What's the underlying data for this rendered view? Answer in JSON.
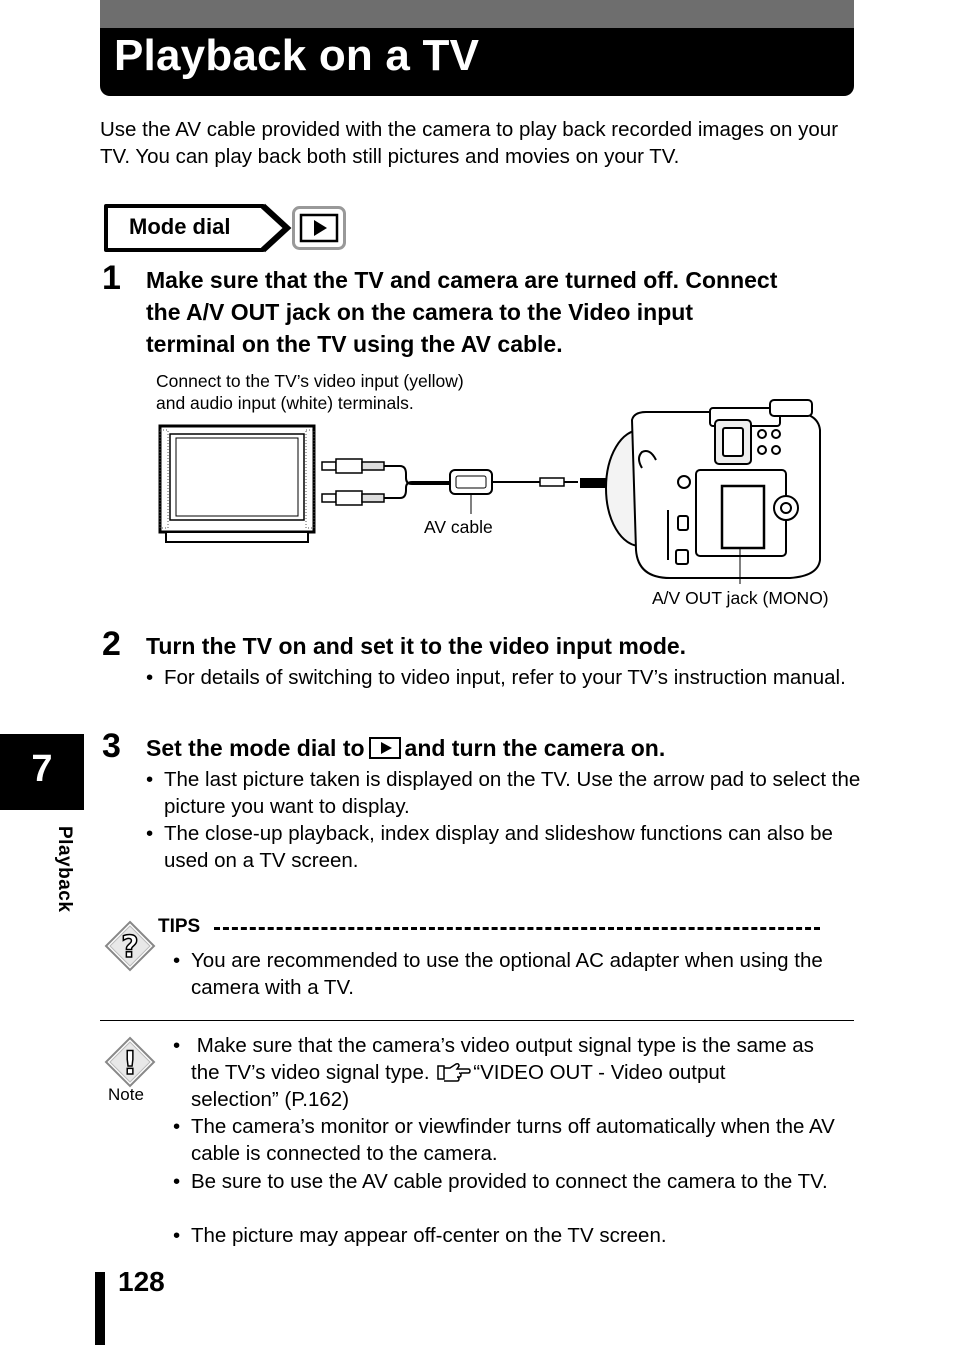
{
  "header": {
    "title": "Playback on a TV"
  },
  "intro": "Use the AV cable provided with the camera to play back recorded images on your TV. You can play back both still pictures and movies on your TV.",
  "mode_dial": {
    "label": "Mode dial",
    "icon": "playback-icon"
  },
  "steps": [
    {
      "number": "1",
      "lines": [
        "Make sure that the TV and camera are turned off. Connect",
        "the A/V OUT jack on the camera to the Video input",
        "terminal on the TV using the AV cable."
      ]
    },
    {
      "number": "2",
      "heading": "Turn the TV on and set it to the video input mode.",
      "bullets": [
        "For details of switching to video input, refer to your TV’s instruction manual."
      ]
    },
    {
      "number": "3",
      "heading_before": "Set the mode dial to",
      "heading_after": "and turn the camera on.",
      "bullets": [
        "The last picture taken is displayed on the TV. Use the arrow pad to select the picture you want to display.",
        "The close-up playback, index display and slideshow functions can also be used on a TV screen."
      ]
    }
  ],
  "figure": {
    "caption_line1": "Connect to the TV’s video input (yellow)",
    "caption_line2": "and audio input (white) terminals.",
    "av_cable_label": "AV cable",
    "av_out_label": "A/V OUT jack (MONO)"
  },
  "tips": {
    "label": "TIPS",
    "bullets": [
      "You are recommended to use the optional AC adapter when using the camera with a TV."
    ]
  },
  "note": {
    "label": "Note",
    "bullet1_a": "Make sure that the camera’s video output signal type is the same as",
    "bullet1_b": "the TV’s video signal type.",
    "bullet1_c": "“VIDEO OUT - Video output",
    "bullet1_d": "selection” (P.162)",
    "bullets": [
      "The camera’s monitor or viewfinder turns off automatically when the AV cable is connected to the camera.",
      "Be sure to use the AV cable provided to connect the camera to the TV.",
      "The picture may appear off-center on the TV screen."
    ]
  },
  "sidebar": {
    "chapter_number": "7",
    "chapter_label": "Playback"
  },
  "footer": {
    "page_number": "128"
  }
}
